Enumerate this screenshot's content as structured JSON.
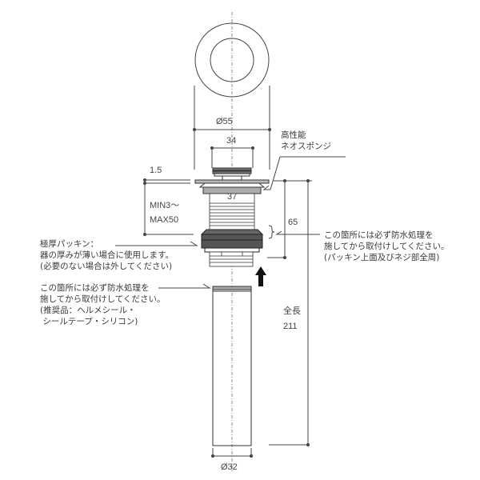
{
  "drawing": {
    "subject": "drain outlet (pop-up waste) dimension drawing",
    "colors": {
      "line": "#333333",
      "dark_part": "#555555",
      "gray_part": "#aaaaaa",
      "centerline": "#888888"
    }
  },
  "dimensions": {
    "flange_diameter": "Ø55",
    "inner_width": "34",
    "flange_thickness": "1.5",
    "body_diameter": "37",
    "counter_thickness": [
      "MIN3〜",
      "MAX50"
    ],
    "height_65": "65",
    "total_length": [
      "全長",
      "211"
    ],
    "pipe_diameter": "Ø32"
  },
  "labels": {
    "sponge": [
      "高性能",
      "ネオスポンジ"
    ],
    "thick_packing": [
      "極厚パッキン：",
      "器の厚みが薄い場合に使用します。",
      "(必要のない場合は外してください)"
    ],
    "waterproof_right": [
      "この箇所には必ず防水処理を",
      "施してから取付けしてください。",
      "(パッキン上面及びネジ部全周)"
    ],
    "waterproof_left": [
      "この箇所には必ず防水処理を",
      "施してから取付けしてください。",
      "(推奨品：ヘルメシール・",
      " シールテープ・シリコン)"
    ]
  }
}
